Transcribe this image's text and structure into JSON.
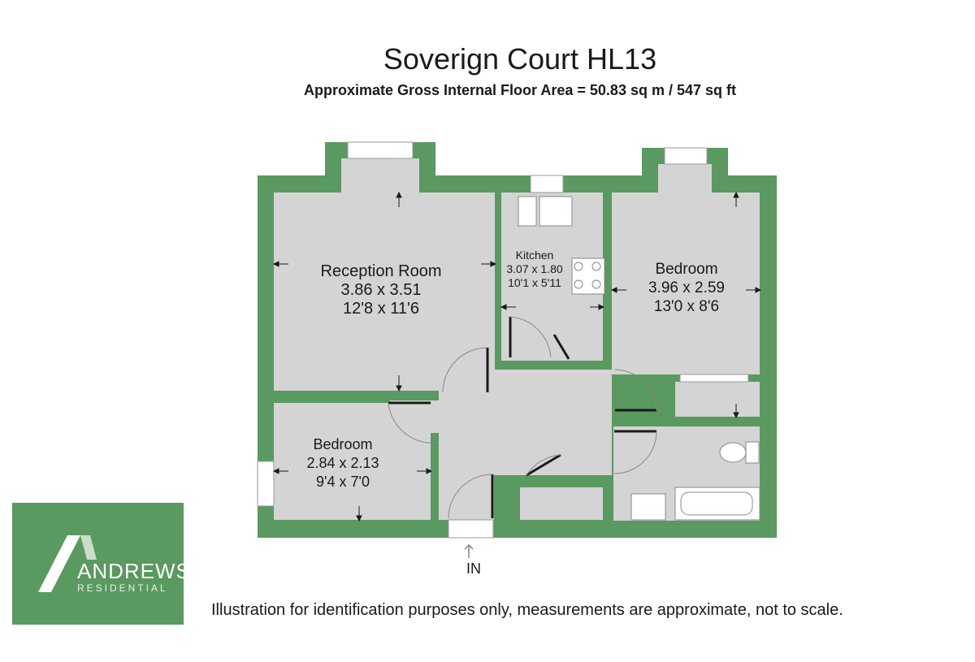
{
  "title": "Soverign Court HL13",
  "subtitle": "Approximate Gross Internal Floor Area = 50.83 sq m / 547 sq ft",
  "colors": {
    "wall": "#5a9960",
    "floor": "#d4d4d4",
    "logo_bg": "#5a9960",
    "text": "#1a1a1a"
  },
  "rooms": {
    "reception": {
      "name": "Reception Room",
      "metric": "3.86 x 3.51",
      "imperial": "12'8 x 11'6"
    },
    "kitchen": {
      "name": "Kitchen",
      "metric": "3.07 x 1.80",
      "imperial": "10'1 x 5'11"
    },
    "bedroom1": {
      "name": "Bedroom",
      "metric": "3.96 x 2.59",
      "imperial": "13'0 x 8'6"
    },
    "bedroom2": {
      "name": "Bedroom",
      "metric": "2.84 x 2.13",
      "imperial": "9'4 x 7'0"
    }
  },
  "entrance": {
    "label": "IN"
  },
  "logo": {
    "word": "ANDREWS",
    "sub": "RESIDENTIAL"
  },
  "disclaimer": "Illustration for identification purposes only, measurements are approximate, not to scale."
}
